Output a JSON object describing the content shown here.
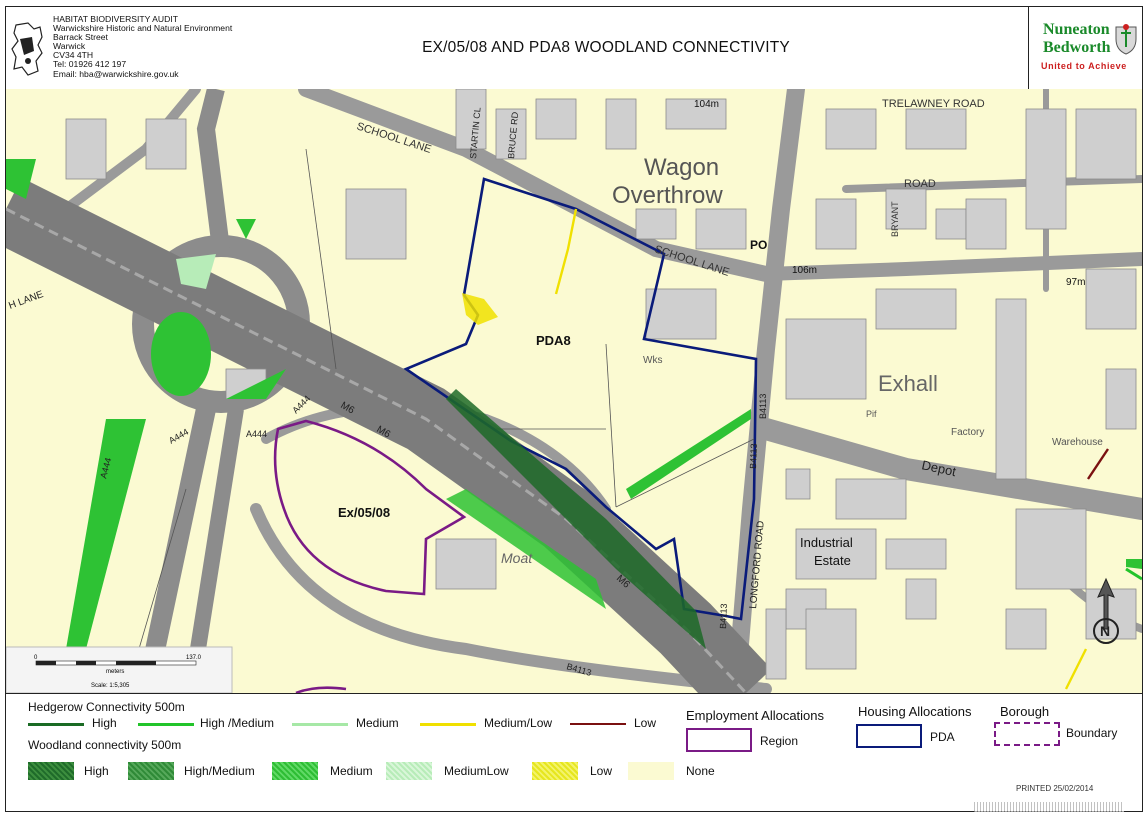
{
  "header": {
    "org_lines": [
      "HABITAT BIODIVERSITY AUDIT",
      "Warwickshire Historic and Natural Environment",
      "Barrack Street",
      "Warwick",
      "CV34 4TH",
      "Tel: 01926 412 197",
      "Email: hba@warwickshire.gov.uk"
    ],
    "title": "EX/05/08 AND PDA8 WOODLAND CONNECTIVITY",
    "council_name_1": "Nuneaton",
    "council_name_2": "Bedworth",
    "council_motto": "United to Achieve"
  },
  "map": {
    "labels": {
      "pda8": "PDA8",
      "ex0508": "Ex/05/08",
      "school_lane_1": "SCHOOL LANE",
      "school_lane_2": "SCHOOL LANE",
      "trelawney": "TRELAWNEY ROAD",
      "road": "ROAD",
      "bryant": "BRYANT",
      "wagon": "Wagon",
      "overthrow": "Overthrow",
      "po": "PO",
      "h106": "106m",
      "h97": "97m",
      "h104": "104m",
      "exhall": "Exhall",
      "depot": "Depot",
      "industrial_1": "Industrial",
      "industrial_2": "Estate",
      "moat": "Moat",
      "longford_road": "LONGFORD ROAD",
      "b4113_1": "B4113",
      "b4113_2": "B4113",
      "b4113_3": "B4113",
      "b4113_4": "B4113",
      "m6_1": "M6",
      "m6_2": "M6",
      "m6_3": "M6",
      "a444_1": "A444",
      "a444_2": "A444",
      "a444_3": "A444",
      "a444_4": "A444",
      "bruce_rd": "BRUCE RD",
      "startin_cl": "STARTIN CL",
      "lane": "H LANE",
      "pf": "Pif",
      "factory": "Factory",
      "warehouse": "Warehouse",
      "wks": "Wks"
    },
    "scale_bar": {
      "zero": "0",
      "max": "137.0",
      "unit": "meters",
      "scale": "Scale: 1:5,305"
    },
    "colors": {
      "background": "#fbfad2",
      "road": "#8c8c8c",
      "building": "#cfcfcf",
      "pda_boundary": "#0a1b7a",
      "employment_boundary": "#7a1a86",
      "hedge_high": "#1a6b24",
      "hedge_high_medium": "#22c42a",
      "hedge_low": "#7a1010",
      "hedge_medium_low": "#f0e000",
      "woodland_medium": "#2ec234",
      "woodland_high": "#1d6a28"
    }
  },
  "legend": {
    "hedgerow_title": "Hedgerow Connectivity 500m",
    "hedgerow_items": [
      {
        "label": "High",
        "color": "#1a6b24"
      },
      {
        "label": "High /Medium",
        "color": "#22c42a"
      },
      {
        "label": "Medium",
        "color": "#a6e8a6"
      },
      {
        "label": "Medium/Low",
        "color": "#f0e000"
      },
      {
        "label": "Low",
        "color": "#7a1010"
      }
    ],
    "woodland_title": "Woodland connectivity 500m",
    "woodland_items": [
      {
        "label": "High"
      },
      {
        "label": "High/Medium"
      },
      {
        "label": "Medium"
      },
      {
        "label": "MediumLow"
      },
      {
        "label": "Low"
      },
      {
        "label": "None"
      }
    ],
    "employment_title": "Employment Allocations",
    "employment_item": "Region",
    "housing_title": "Housing Allocations",
    "housing_item": "PDA",
    "borough_title": "Borough",
    "borough_item": "Boundary",
    "printed": "PRINTED 25/02/2014"
  }
}
